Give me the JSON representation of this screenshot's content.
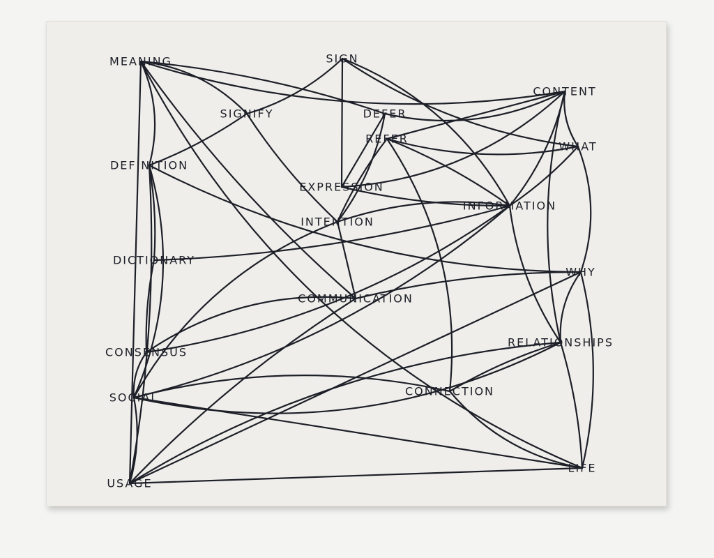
{
  "artwork": {
    "words": [
      {
        "id": "MEANING",
        "text": "MEANING"
      },
      {
        "id": "SIGN",
        "text": "SIGN"
      },
      {
        "id": "CONTENT",
        "text": "CONTENT"
      },
      {
        "id": "SIGNIFY",
        "text": "SIGNIFY"
      },
      {
        "id": "DEFER",
        "text": "DEFER"
      },
      {
        "id": "REFER",
        "text": "REFER"
      },
      {
        "id": "WHAT",
        "text": "WHAT"
      },
      {
        "id": "DEFINITION",
        "text": "DEFINITION"
      },
      {
        "id": "EXPRESSION",
        "text": "EXPRESSION"
      },
      {
        "id": "INFORMATION",
        "text": "INFORMATION"
      },
      {
        "id": "INTENTION",
        "text": "INTENTION"
      },
      {
        "id": "DICTIONARY",
        "text": "DICTIONARY"
      },
      {
        "id": "WHY",
        "text": "WHY"
      },
      {
        "id": "COMMUNICATION",
        "text": "COMMUNICATION"
      },
      {
        "id": "CONSENSUS",
        "text": "CONSENSUS"
      },
      {
        "id": "RELATIONSHIPS",
        "text": "RELATIONSHIPS"
      },
      {
        "id": "SOCIAL",
        "text": "SOCIAL"
      },
      {
        "id": "CONNECTION",
        "text": "CONNECTION"
      },
      {
        "id": "LIFE",
        "text": "LIFE"
      },
      {
        "id": "USAGE",
        "text": "USAGE"
      }
    ],
    "connections": [
      [
        "MEANING",
        "DEFINITION"
      ],
      [
        "DEFINITION",
        "DICTIONARY"
      ],
      [
        "DICTIONARY",
        "CONSENSUS"
      ],
      [
        "CONSENSUS",
        "SOCIAL"
      ],
      [
        "SOCIAL",
        "USAGE"
      ],
      [
        "MEANING",
        "USAGE"
      ],
      [
        "MEANING",
        "CONTENT"
      ],
      [
        "MEANING",
        "SIGNIFY"
      ],
      [
        "MEANING",
        "DEFER"
      ],
      [
        "MEANING",
        "COMMUNICATION"
      ],
      [
        "MEANING",
        "LIFE"
      ],
      [
        "SIGN",
        "SIGNIFY"
      ],
      [
        "SIGN",
        "EXPRESSION"
      ],
      [
        "SIGN",
        "WHAT"
      ],
      [
        "SIGN",
        "INFORMATION"
      ],
      [
        "SIGNIFY",
        "DEFINITION"
      ],
      [
        "SIGNIFY",
        "INTENTION"
      ],
      [
        "DEFER",
        "CONTENT"
      ],
      [
        "DEFER",
        "INTENTION"
      ],
      [
        "DEFER",
        "EXPRESSION"
      ],
      [
        "REFER",
        "WHAT"
      ],
      [
        "REFER",
        "CONNECTION"
      ],
      [
        "REFER",
        "INFORMATION"
      ],
      [
        "REFER",
        "INTENTION"
      ],
      [
        "CONTENT",
        "WHAT"
      ],
      [
        "CONTENT",
        "INFORMATION"
      ],
      [
        "CONTENT",
        "REFER"
      ],
      [
        "CONTENT",
        "RELATIONSHIPS"
      ],
      [
        "WHAT",
        "WHY"
      ],
      [
        "WHAT",
        "INFORMATION"
      ],
      [
        "EXPRESSION",
        "INFORMATION"
      ],
      [
        "EXPRESSION",
        "CONTENT"
      ],
      [
        "INTENTION",
        "INFORMATION"
      ],
      [
        "INTENTION",
        "COMMUNICATION"
      ],
      [
        "DEFINITION",
        "WHY"
      ],
      [
        "DEFINITION",
        "SOCIAL"
      ],
      [
        "DEFINITION",
        "USAGE"
      ],
      [
        "DICTIONARY",
        "INFORMATION"
      ],
      [
        "WHY",
        "RELATIONSHIPS"
      ],
      [
        "WHY",
        "LIFE"
      ],
      [
        "WHY",
        "USAGE"
      ],
      [
        "CONSENSUS",
        "INFORMATION"
      ],
      [
        "CONSENSUS",
        "COMMUNICATION"
      ],
      [
        "COMMUNICATION",
        "WHY"
      ],
      [
        "COMMUNICATION",
        "USAGE"
      ],
      [
        "SOCIAL",
        "RELATIONSHIPS"
      ],
      [
        "SOCIAL",
        "CONNECTION"
      ],
      [
        "SOCIAL",
        "LIFE"
      ],
      [
        "SOCIAL",
        "INFORMATION"
      ],
      [
        "SOCIAL",
        "INTENTION"
      ],
      [
        "RELATIONSHIPS",
        "LIFE"
      ],
      [
        "RELATIONSHIPS",
        "CONNECTION"
      ],
      [
        "CONNECTION",
        "LIFE"
      ],
      [
        "USAGE",
        "RELATIONSHIPS"
      ],
      [
        "USAGE",
        "LIFE"
      ],
      [
        "INFORMATION",
        "RELATIONSHIPS"
      ]
    ],
    "colors": {
      "ink": "#1d1f28",
      "board": "#efeeea",
      "wall": "#f4f4f2"
    }
  }
}
